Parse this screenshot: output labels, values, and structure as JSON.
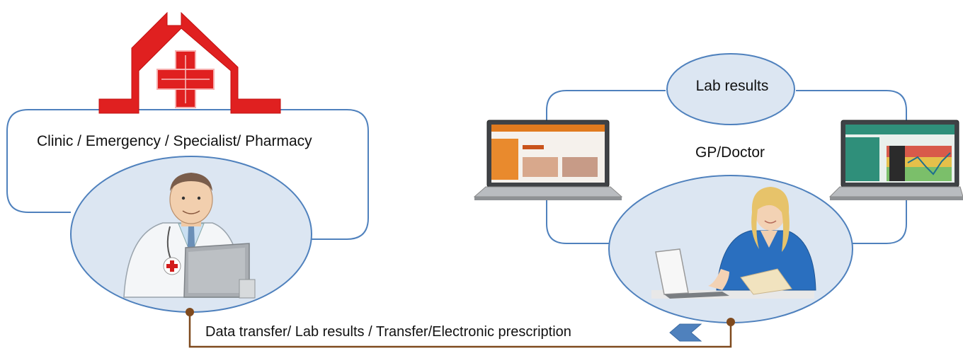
{
  "left_group": {
    "title": "Clinic / Emergency / Specialist/ Pharmacy",
    "icon": "clinic-house-red-cross-icon",
    "figure": "doctor-with-computer-illustration"
  },
  "right_group": {
    "title": "GP/Doctor",
    "lab_node": "Lab results",
    "figure": "nurse-with-laptop-photo",
    "devices": [
      "laptop-patient-portal-screen",
      "laptop-lab-chart-screen"
    ]
  },
  "connection": {
    "label": "Data transfer/ Lab results / Transfer/Electronic prescription",
    "arrow": "arrow-left-icon"
  },
  "colors": {
    "outline": "#4f81bd",
    "ellipse_fill": "#dce6f2",
    "connector": "#7f4a1e",
    "house_red": "#e02020",
    "arrow": "#4f81bd"
  }
}
